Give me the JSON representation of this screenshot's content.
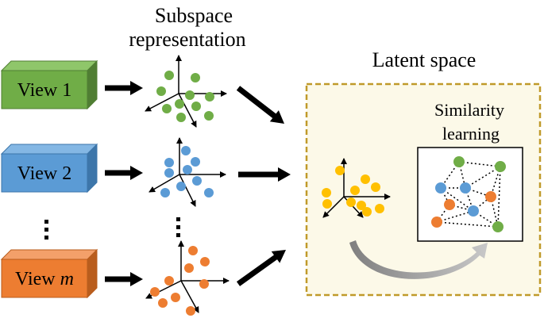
{
  "subspace_title_line1": "Subspace",
  "subspace_title_line2": "representation",
  "latent_title": "Latent space",
  "similarity_line1": "Similarity",
  "similarity_line2": "learning",
  "views": [
    {
      "prefix": "View ",
      "suffix": "1",
      "italic": false,
      "front": "#70ad47",
      "top": "#8fc66a",
      "side": "#507e33"
    },
    {
      "prefix": "View ",
      "suffix": "2",
      "italic": false,
      "front": "#5b9bd5",
      "top": "#84b7e4",
      "side": "#3d76aa"
    },
    {
      "prefix": "View ",
      "suffix": "m",
      "italic": true,
      "front": "#ed7d31",
      "top": "#f3a06a",
      "side": "#b95d1d"
    }
  ],
  "colors": {
    "green": "#70ad47",
    "blue": "#5b9bd5",
    "orange": "#ed7d31",
    "yellow": "#ffc000",
    "panel_fill": "#fcf9e8",
    "panel_border": "#c09a2a",
    "curve": "#a6a6a6"
  }
}
